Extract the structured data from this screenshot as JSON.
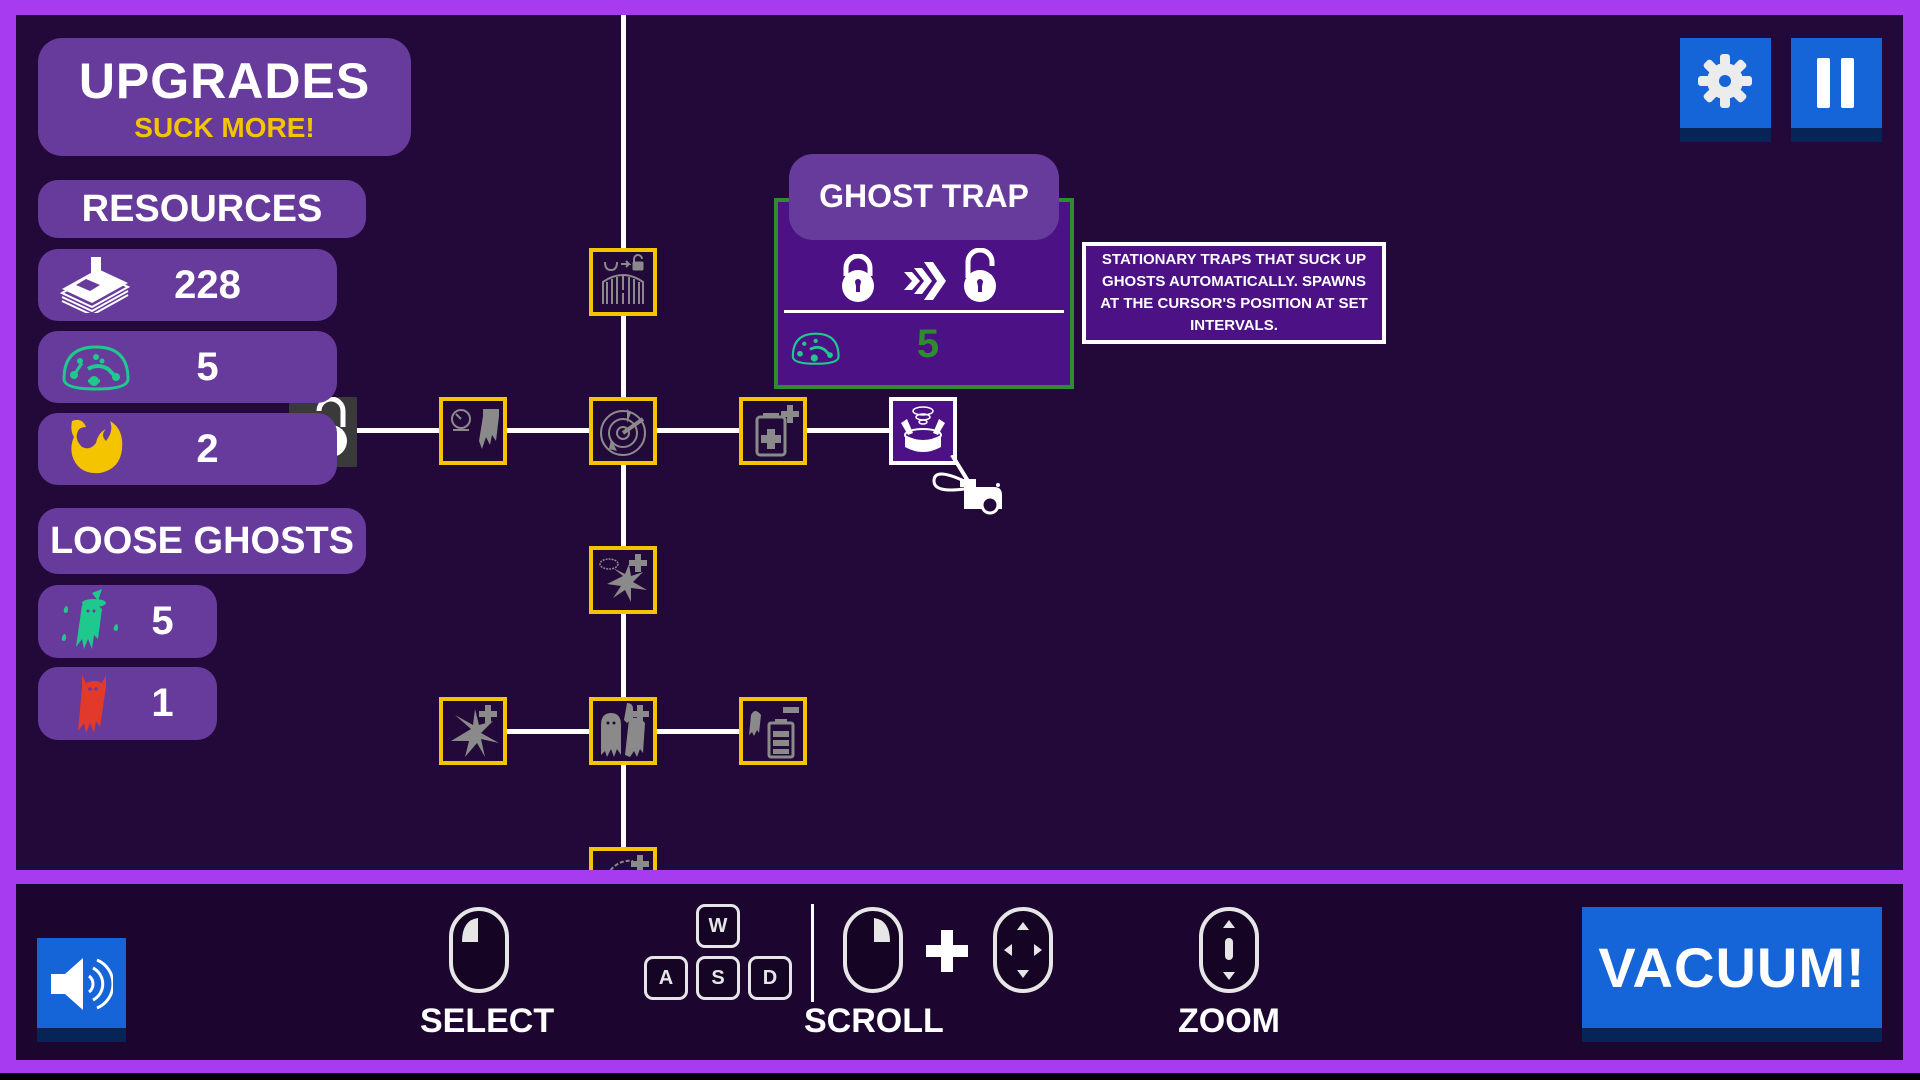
{
  "header": {
    "title": "UPGRADES",
    "subtitle": "SUCK MORE!"
  },
  "resources": {
    "title": "RESOURCES",
    "items": [
      {
        "icon": "money-stack-icon",
        "value": "228"
      },
      {
        "icon": "ectoplasm-brain-icon",
        "value": "5"
      },
      {
        "icon": "golden-flame-icon",
        "value": "2"
      }
    ]
  },
  "loose_ghosts": {
    "title": "LOOSE GHOSTS",
    "items": [
      {
        "icon": "green-witch-ghost-icon",
        "value": "5"
      },
      {
        "icon": "red-devil-ghost-icon",
        "value": "1"
      }
    ]
  },
  "top_buttons": {
    "settings_icon": "gear-icon",
    "pause_icon": "pause-icon"
  },
  "upgrade_tree": {
    "nodes": [
      {
        "id": "gate-unlock",
        "icon": "gate-unlock-icon",
        "state": "locked"
      },
      {
        "id": "ghost-speed",
        "icon": "ghost-speedometer-icon",
        "state": "locked"
      },
      {
        "id": "radar",
        "icon": "radar-icon",
        "state": "locked"
      },
      {
        "id": "battery-plus",
        "icon": "battery-plus-icon",
        "state": "locked"
      },
      {
        "id": "ghost-trap",
        "icon": "ghost-trap-icon",
        "state": "selected"
      },
      {
        "id": "splat-brain-plus",
        "icon": "splat-brain-plus-icon",
        "state": "locked"
      },
      {
        "id": "splat-plus",
        "icon": "splat-plus-icon",
        "state": "locked"
      },
      {
        "id": "ghosts-plus",
        "icon": "ghosts-plus-icon",
        "state": "locked"
      },
      {
        "id": "ghost-battery-minus",
        "icon": "ghost-battery-minus-icon",
        "state": "locked"
      },
      {
        "id": "partial-bottom",
        "icon": "arc-plus-icon",
        "state": "locked"
      }
    ]
  },
  "tooltip": {
    "title": "GHOST TRAP",
    "status_from": "locked",
    "status_to": "unlocked",
    "cost_icon": "ectoplasm-brain-icon",
    "cost_value": "5",
    "cost_color": "#2e8b2e",
    "description": "STATIONARY TRAPS THAT SUCK UP GHOSTS AUTOMATICALLY. SPAWNS AT THE CURSOR'S POSITION AT SET INTERVALS."
  },
  "controls": {
    "select_label": "SELECT",
    "scroll_label": "SCROLL",
    "zoom_label": "ZOOM",
    "keys": [
      "W",
      "A",
      "S",
      "D"
    ],
    "plus": "+"
  },
  "bottom_buttons": {
    "sound_icon": "speaker-icon",
    "vacuum_label": "VACUUM!"
  },
  "colors": {
    "frame": "#a63bf0",
    "background": "#23083a",
    "panel": "#673b9c",
    "accent_yellow": "#f5c400",
    "button_blue": "#1565d8",
    "tooltip_green": "#2e8b2e",
    "ecto_teal": "#1fc98e"
  }
}
